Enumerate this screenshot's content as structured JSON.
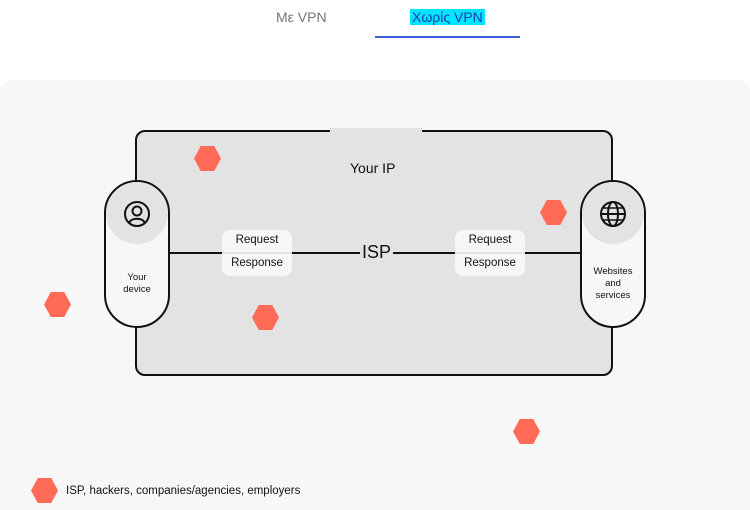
{
  "tabs": {
    "with_vpn": "Με VPN",
    "without_vpn": "Χωρίς VPN",
    "active": "without_vpn"
  },
  "diagram": {
    "ip_label": "Your IP",
    "isp_label": "ISP",
    "device": {
      "label_line1": "Your",
      "label_line2": "device",
      "icon": "user-icon"
    },
    "websites": {
      "label_line1": "Websites",
      "label_line2": "and",
      "label_line3": "services",
      "icon": "globe-icon"
    },
    "left_exchange": {
      "request": "Request",
      "response": "Response"
    },
    "right_exchange": {
      "request": "Request",
      "response": "Response"
    },
    "threat_color": "#ff6b57"
  },
  "legend": {
    "text": "ISP, hackers, companies/agencies, employers"
  }
}
